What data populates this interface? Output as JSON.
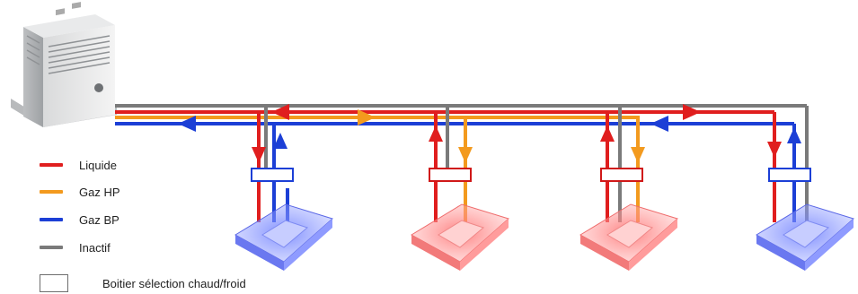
{
  "colors": {
    "liquide": "#e01e1e",
    "gaz_hp": "#f39a1e",
    "gaz_bp": "#1c3fd6",
    "inactif": "#7a7a7a",
    "box_border": "#d01818"
  },
  "legend": {
    "items": [
      {
        "label": "Liquide",
        "color": "#e01e1e"
      },
      {
        "label": "Gaz HP",
        "color": "#f39a1e"
      },
      {
        "label": "Gaz BP",
        "color": "#1c3fd6"
      },
      {
        "label": "Inactif",
        "color": "#7a7a7a"
      }
    ],
    "box_label": "Boitier sélection chaud/froid"
  },
  "indoor_units": [
    {
      "mode": "froid",
      "tint": "blue"
    },
    {
      "mode": "chaud",
      "tint": "red"
    },
    {
      "mode": "chaud",
      "tint": "red"
    },
    {
      "mode": "froid",
      "tint": "blue"
    }
  ],
  "outdoor_unit": {
    "icon": "condenser-unit-icon"
  }
}
